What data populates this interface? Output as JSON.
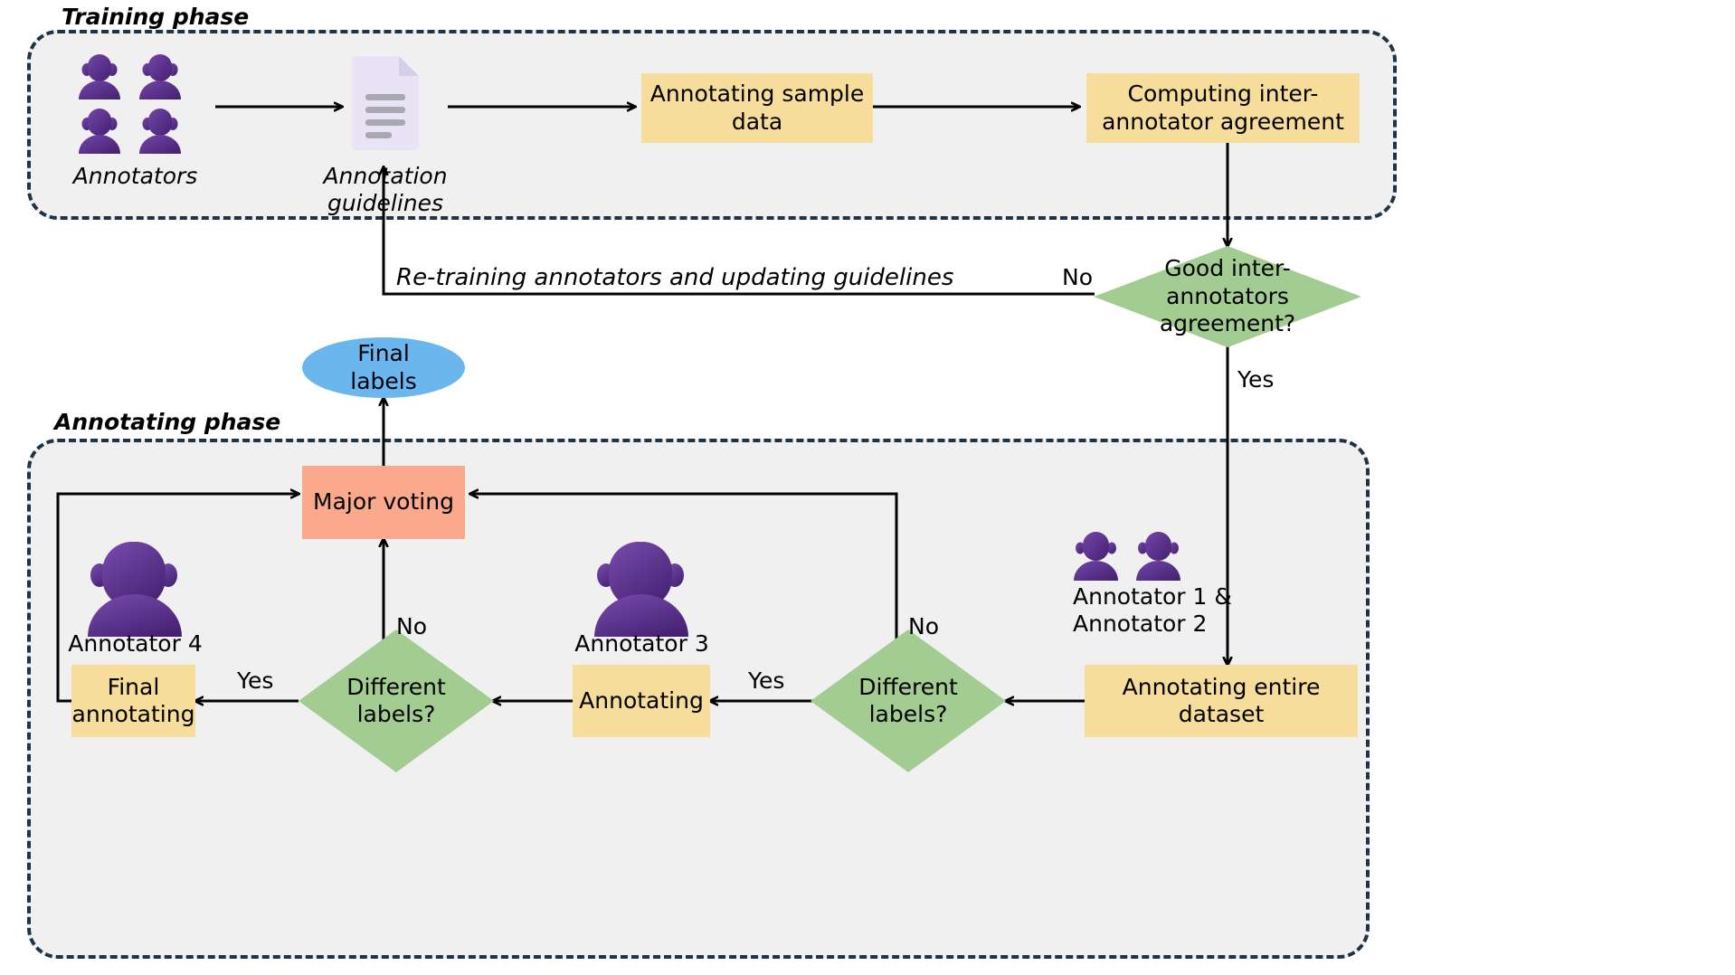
{
  "diagram": {
    "title_phases": {
      "training": "Training phase",
      "annotating": "Annotating phase"
    },
    "colors": {
      "process_yellow": "#F7DD9B",
      "decision_green": "#A3CC92",
      "voting_orange": "#FBA98C",
      "terminal_blue": "#6CB6F0",
      "phase_background": "#F0F0F0",
      "phase_border": "#1D3448",
      "person_purple": "#5B2D8E",
      "document_lavender": "#E8E0F2",
      "edge_black": "#000000"
    },
    "training_phase": {
      "annotators_caption": "Annotators",
      "guidelines_caption": "Annotation guidelines",
      "nodes": [
        {
          "id": "annotating-sample-data",
          "label": "Annotating sample\ndata",
          "shape": "rect",
          "fill": "#F7DD9B"
        },
        {
          "id": "computing-iaa",
          "label": "Computing inter-\nannotator agreement",
          "shape": "rect",
          "fill": "#F7DD9B"
        }
      ]
    },
    "decision_iaa": {
      "label": "Good inter-\nannotators\nagreement?",
      "shape": "diamond",
      "fill": "#A3CC92",
      "branch_no": "No",
      "branch_yes": "Yes"
    },
    "retraining_edge_label": "Re-training annotators and updating guidelines",
    "final_labels": {
      "label": "Final\nlabels",
      "shape": "ellipse",
      "fill": "#6CB6F0"
    },
    "annotating_phase": {
      "major_voting": {
        "label": "Major voting",
        "shape": "rect",
        "fill": "#FBA98C"
      },
      "annotator4_caption": "Annotator 4",
      "annotator3_caption": "Annotator 3",
      "annotator12_caption": "Annotator 1 &\nAnnotator 2",
      "final_annotating": {
        "label": "Final\nannotating",
        "shape": "rect",
        "fill": "#F7DD9B"
      },
      "annotating": {
        "label": "Annotating",
        "shape": "rect",
        "fill": "#F7DD9B"
      },
      "annotating_entire_dataset": {
        "label": "Annotating entire dataset",
        "shape": "rect",
        "fill": "#F7DD9B"
      },
      "decision_left": {
        "label": "Different\nlabels?",
        "shape": "diamond",
        "fill": "#A3CC92"
      },
      "decision_right": {
        "label": "Different\nlabels?",
        "shape": "diamond",
        "fill": "#A3CC92"
      },
      "edge_labels": {
        "left_yes": "Yes",
        "left_no": "No",
        "right_yes": "Yes",
        "right_no": "No"
      }
    }
  }
}
